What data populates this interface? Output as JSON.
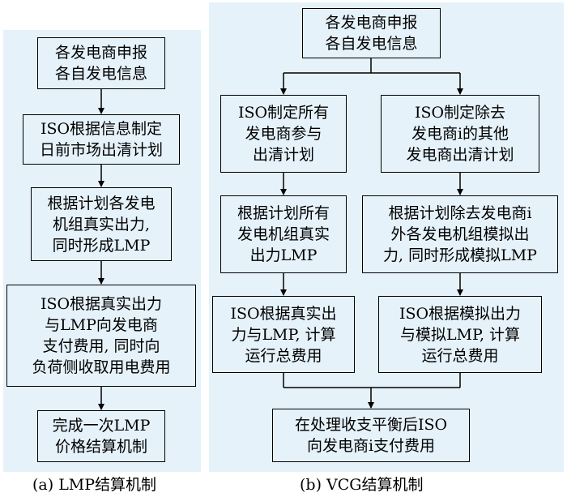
{
  "panel_a": {
    "caption": "(a)  LMP结算机制",
    "steps": [
      "各发电商申报\n各自发电信息",
      "ISO根据信息制定\n日前市场出清计划",
      "根据计划各发电\n机组真实出力,\n同时形成LMP",
      "ISO根据真实出力\n与LMP向发电商\n支付费用, 同时向\n负荷侧收取用电费用",
      "完成一次LMP\n价格结算机制"
    ]
  },
  "panel_b": {
    "caption": "(b)  VCG结算机制",
    "top": "各发电商申报\n各自发电信息",
    "left": [
      "ISO制定所有\n发电商参与\n出清计划",
      "根据计划所有\n发电机组真实\n出力LMP",
      "ISO根据真实出\n力与LMP, 计算\n运行总费用"
    ],
    "right": [
      "ISO制定除去\n发电商i的其他\n发电商出清计划",
      "根据计划除去发电商i\n外各发电机组模拟出\n力, 同时形成模拟LMP",
      "ISO根据模拟出力\n与模拟LMP, 计算\n运行总费用"
    ],
    "bottom": "在处理收支平衡后ISO\n向发电商i支付费用"
  }
}
